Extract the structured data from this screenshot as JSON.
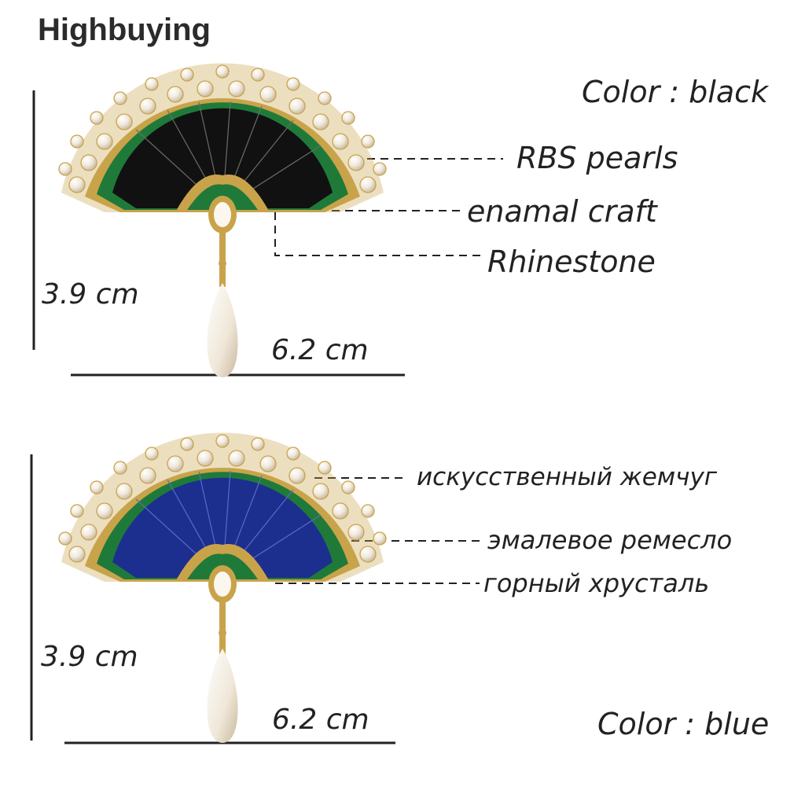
{
  "watermark": "Highbuying",
  "top_panel": {
    "color_label": "Color : black",
    "callouts": [
      "RBS pearls",
      "enamal craft",
      "Rhinestone"
    ],
    "height_label": "3.9 cm",
    "width_label": "6.2 cm"
  },
  "bottom_panel": {
    "color_label": "Color : blue",
    "callouts": [
      "искусственный жемчуг",
      "эмалевое ремесло",
      "горный хрусталь"
    ],
    "height_label": "3.9 cm",
    "width_label": "6.2 cm"
  },
  "colors": {
    "text": "#222222",
    "gold": "#c9a34a",
    "pearl": "#f3ede2",
    "enamel_green": "#1f7a3a",
    "fan_black": "#111111",
    "fan_blue": "#1c2f8f"
  }
}
